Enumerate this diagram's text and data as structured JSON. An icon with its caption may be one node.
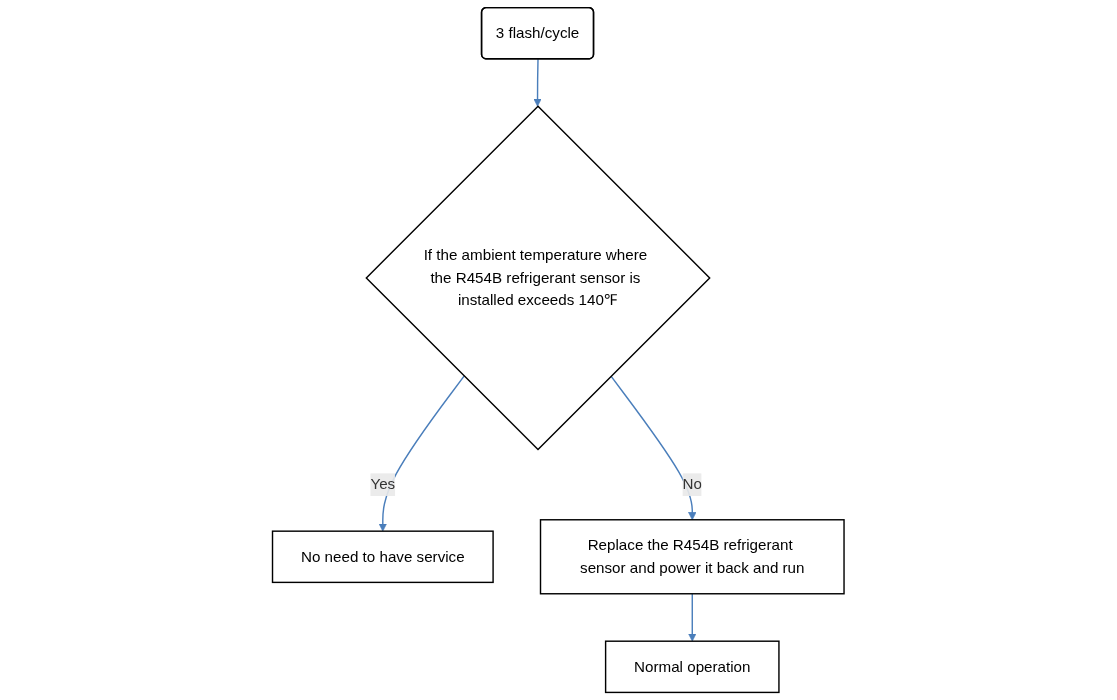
{
  "diagram": {
    "nodes": [
      {
        "text": [
          "3 flash/cycle"
        ]
      },
      {
        "text": [
          "If the ambient temperature where the R454B refrigerant sensor is installed exceeds 140℉"
        ]
      },
      {
        "text": [
          "No need to have service"
        ]
      },
      {
        "text": [
          "Replace the R454B refrigerant sensor and power it back and run"
        ]
      },
      {
        "text": [
          "Normal operation"
        ]
      }
    ],
    "edges": [
      {
        "from": 0,
        "to": 1,
        "arrow": "to"
      },
      {
        "from": 1,
        "to": 2,
        "arrow": "to",
        "label": "Yes"
      },
      {
        "from": 1,
        "to": 3,
        "arrow": "to",
        "label": "No"
      },
      {
        "from": 3,
        "to": 4,
        "arrow": "to"
      }
    ]
  }
}
